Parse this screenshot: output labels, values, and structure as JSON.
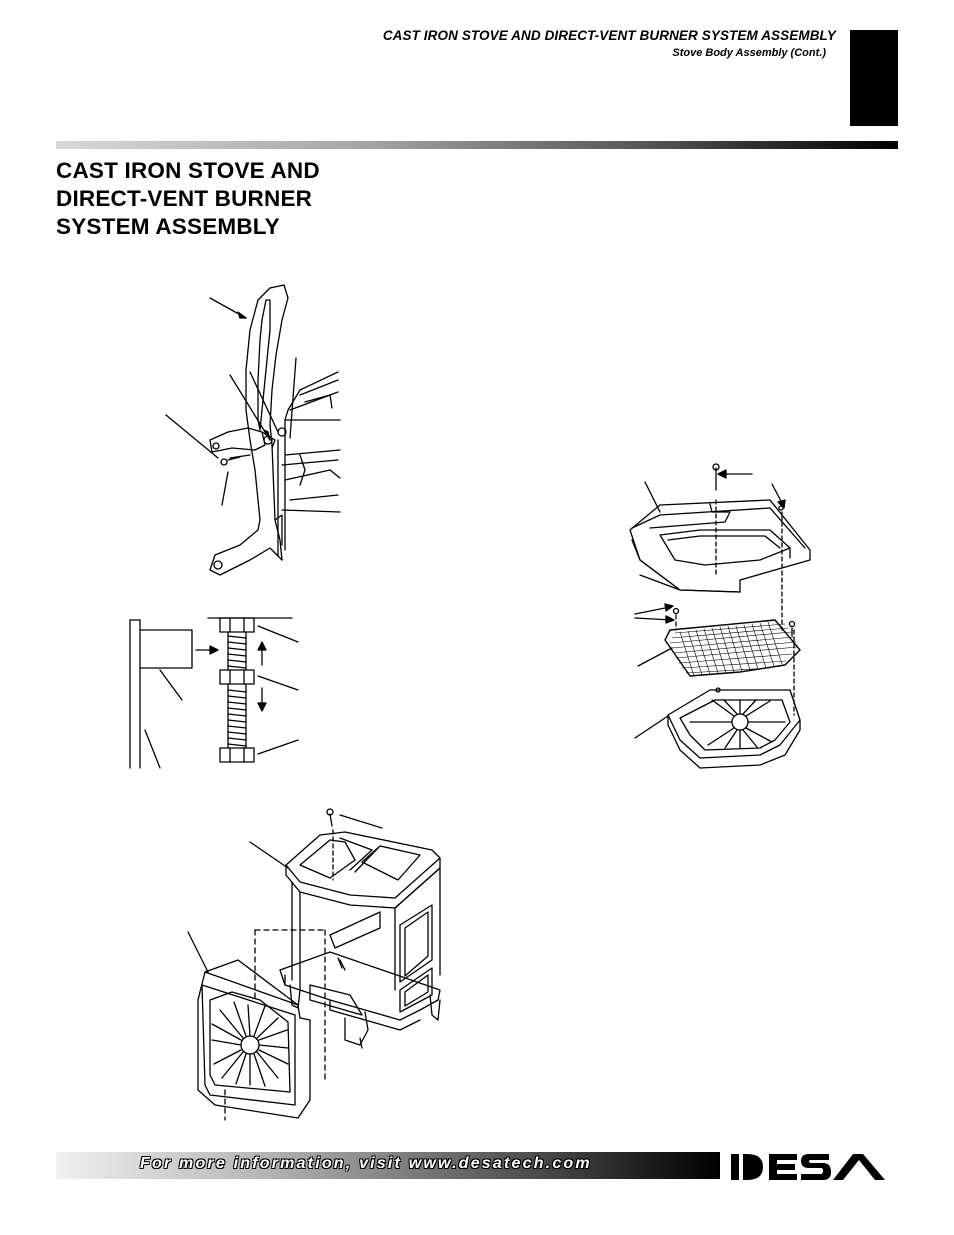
{
  "header": {
    "title": "CAST IRON STOVE AND DIRECT-VENT BURNER SYSTEM ASSEMBLY",
    "subtitle": "Stove Body Assembly (Cont.)"
  },
  "page_title": {
    "line1": "CAST IRON STOVE AND",
    "line2": "DIRECT-VENT BURNER",
    "line3": "SYSTEM ASSEMBLY"
  },
  "footer": {
    "text": "For more information, visit www.desatech.com",
    "logo_text": "DESA"
  },
  "figures": {
    "fig1": "side-panel-attachment-drawing",
    "fig2": "leveling-bolt-detail-drawing",
    "fig3": "top-grate-assembly-drawing",
    "fig4": "stove-front-assembly-drawing"
  },
  "colors": {
    "ink": "#000000",
    "rule_start": "#d8d8d8",
    "rule_end": "#000000"
  }
}
